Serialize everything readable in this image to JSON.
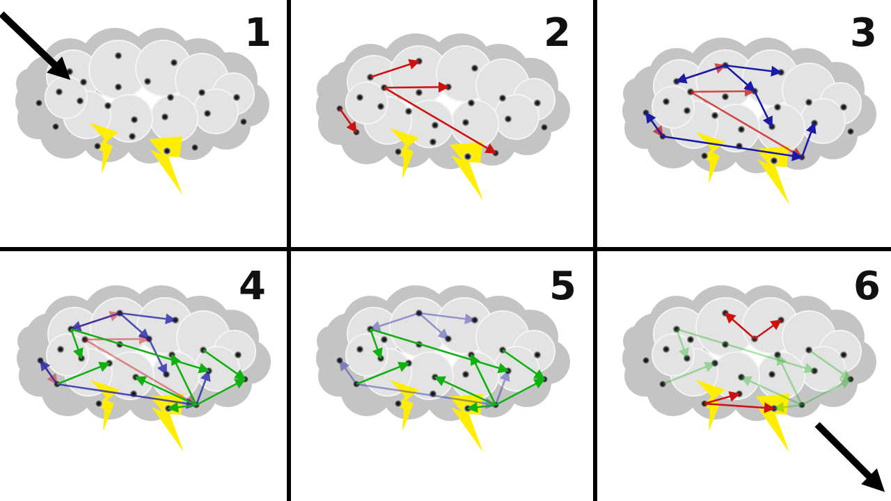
{
  "colors": {
    "background": "#ffffff",
    "grid_line": "#000000",
    "cloud_dark": "#c4c4c4",
    "cloud_light": "#e3e3e3",
    "cloud_edge": "#f4f4f4",
    "lightning": "#ffee00",
    "dot": "#111111",
    "arrow_red": "#cc1111",
    "arrow_blue": "#1a1aa6",
    "arrow_green": "#11b011",
    "arrow_black": "#000000"
  },
  "icons": {
    "cloud": "storm-cloud-icon",
    "bolt": "lightning-bolt-icon",
    "entry_arrow": "entry-arrow-icon",
    "exit_arrow": "exit-arrow-icon"
  },
  "panels": [
    {
      "label": "1"
    },
    {
      "label": "2"
    },
    {
      "label": "3"
    },
    {
      "label": "4"
    },
    {
      "label": "5"
    },
    {
      "label": "6"
    }
  ]
}
